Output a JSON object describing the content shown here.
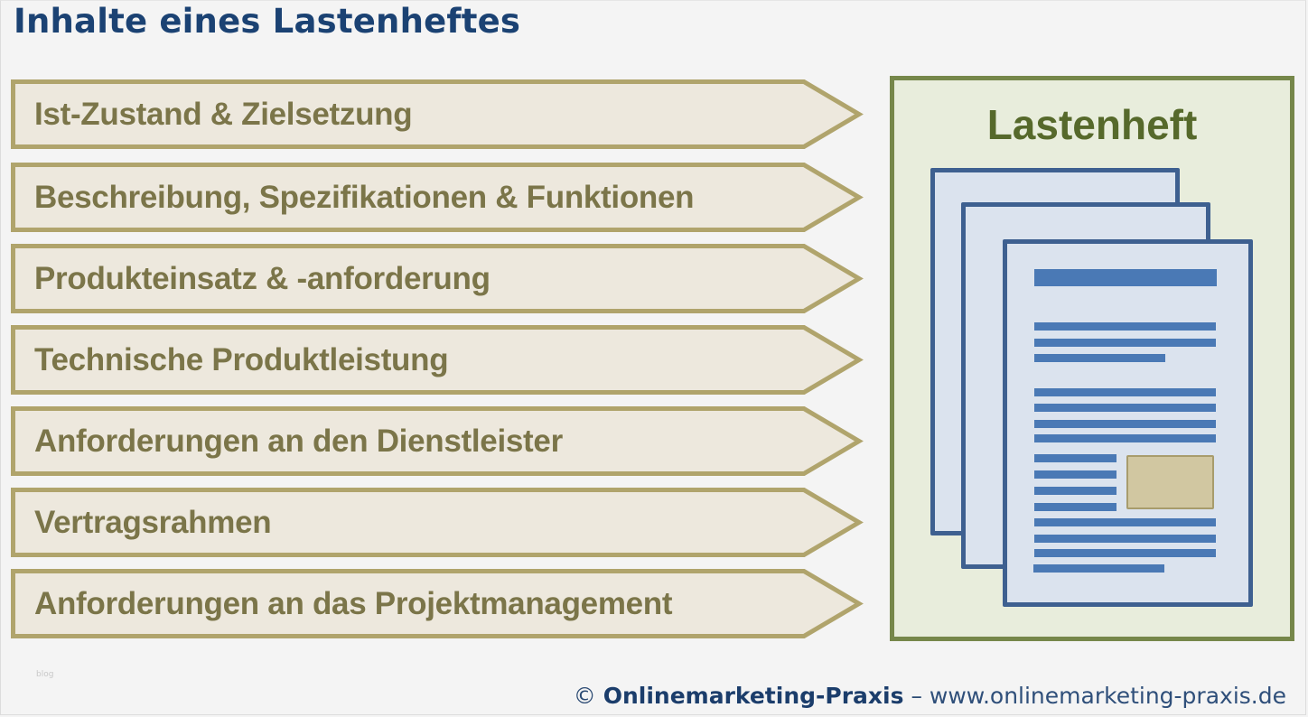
{
  "title": "Inhalte eines Lastenheftes",
  "colors": {
    "title": "#1b4273",
    "arrow_border": "#b0a46c",
    "arrow_fill": "#ede8dd",
    "arrow_text": "#7b7549",
    "result_border": "#76874a",
    "result_fill": "#e8eddc",
    "result_title": "#56692b",
    "page_border": "#3e6090",
    "page_fill": "#dbe3ee",
    "text_line": "#4a79b5",
    "image_placeholder": "#d1c7a1"
  },
  "items": [
    {
      "label": "Ist-Zustand & Zielsetzung"
    },
    {
      "label": "Beschreibung, Spezifikationen & Funktionen"
    },
    {
      "label": "Produkteinsatz & -anforderung"
    },
    {
      "label": "Technische Produktleistung"
    },
    {
      "label": "Anforderungen an den Dienstleister"
    },
    {
      "label": "Vertragsrahmen"
    },
    {
      "label": "Anforderungen an das Projektmanagement"
    }
  ],
  "result": {
    "title": "Lastenheft",
    "icon": "document-stack-icon"
  },
  "watermark": "blog",
  "footer": {
    "copyright": "©",
    "brand": "Onlinemarketing-Praxis",
    "separator": "–",
    "url": "www.onlinemarketing-praxis.de"
  }
}
